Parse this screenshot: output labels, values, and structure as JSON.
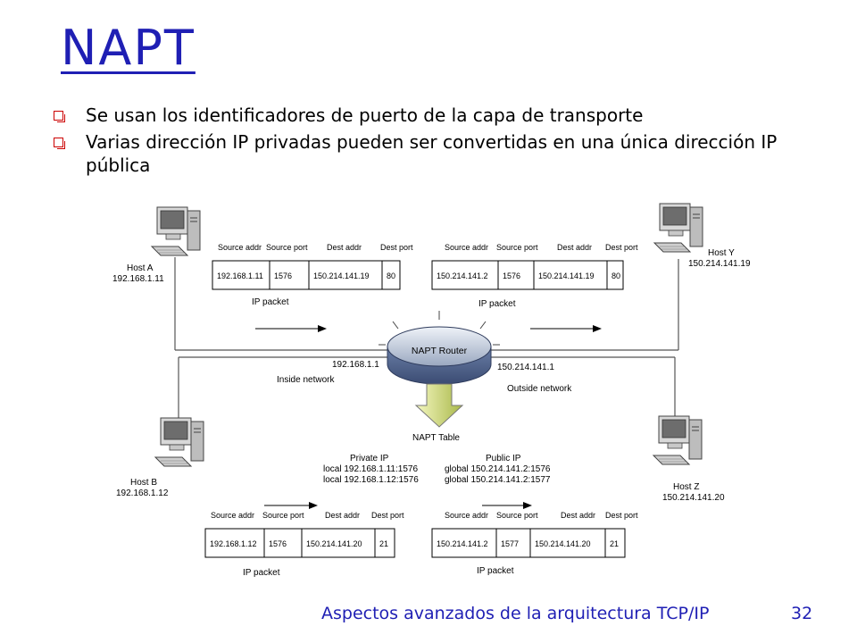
{
  "slide": {
    "title": "NAPT",
    "bullets": [
      "Se usan los identificadores de puerto de la capa de transporte",
      "Varias dirección IP privadas pueden ser convertidas en una única dirección IP pública"
    ],
    "footer": "Aspectos avanzados de la arquitectura TCP/IP",
    "page_number": "32"
  },
  "diagram": {
    "router": {
      "label": "NAPT Router",
      "inside_ip": "192.168.1.1",
      "outside_ip": "150.214.141.1"
    },
    "inside_network_label": "Inside network",
    "outside_network_label": "Outside network",
    "hosts": [
      {
        "name": "Host A",
        "ip": "192.168.1.11"
      },
      {
        "name": "Host Y",
        "ip": "150.214.141.19"
      },
      {
        "name": "Host B",
        "ip": "192.168.1.12"
      },
      {
        "name": "Host Z",
        "ip": "150.214.141.20"
      }
    ],
    "packet_headers": [
      "Source addr",
      "Source port",
      "Dest addr",
      "Dest port"
    ],
    "packet_label": "IP packet",
    "packets": [
      [
        "192.168.1.11",
        "1576",
        "150.214.141.19",
        "80"
      ],
      [
        "150.214.141.2",
        "1576",
        "150.214.141.19",
        "80"
      ],
      [
        "192.168.1.12",
        "1576",
        "150.214.141.20",
        "21"
      ],
      [
        "150.214.141.2",
        "1577",
        "150.214.141.20",
        "21"
      ]
    ],
    "napt_table": {
      "title": "NAPT Table",
      "headers": [
        "Private IP",
        "Public   IP"
      ],
      "rows": [
        [
          "local 192.168.1.11:1576",
          "global 150.214.141.2:1576"
        ],
        [
          "local 192.168.1.12:1576",
          "global 150.214.141.2:1577"
        ]
      ]
    }
  }
}
